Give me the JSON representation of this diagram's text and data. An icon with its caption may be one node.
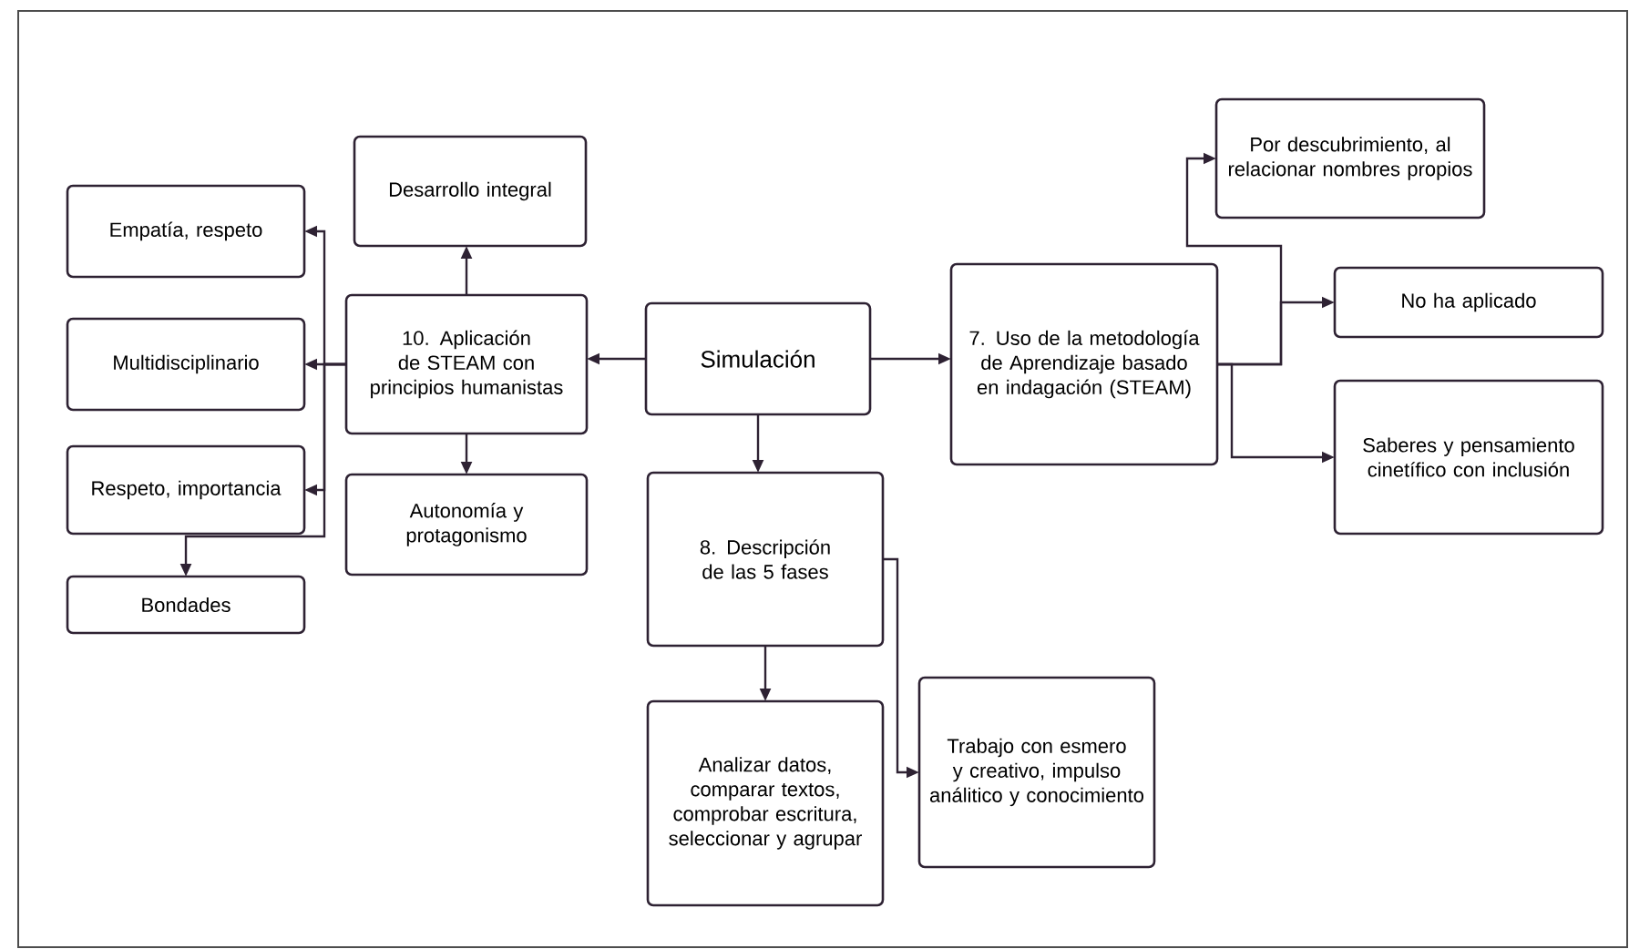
{
  "diagram": {
    "nodes": [
      {
        "text": [
          "Simulación"
        ]
      },
      {
        "text": [
          "10. Aplicación de STEAM con principios humanistas"
        ]
      },
      {
        "text": [
          "Desarrollo integral"
        ]
      },
      {
        "text": [
          "Autonomía y protagonismo"
        ]
      },
      {
        "text": [
          "Empatía, respeto"
        ]
      },
      {
        "text": [
          "Multidisciplinario"
        ]
      },
      {
        "text": [
          "Respeto, importancia"
        ]
      },
      {
        "text": [
          "Bondades"
        ]
      },
      {
        "text": [
          "7. Uso de la metodología de Aprendizaje basado en indagación (STEAM)"
        ]
      },
      {
        "text": [
          "Por descubrimiento, al relacionar nombres propios"
        ]
      },
      {
        "text": [
          "No ha aplicado"
        ]
      },
      {
        "text": [
          "Saberes y pensamiento cinetífico con inclusión"
        ]
      },
      {
        "text": [
          "8. Descripción de las 5 fases"
        ]
      },
      {
        "text": [
          "Analizar datos, comparar textos, comprobar escritura, seleccionar y agrupar"
        ]
      },
      {
        "text": [
          "Trabajo con esmero y creativo, impulso análitico y conocimiento"
        ]
      }
    ],
    "edges": [
      {
        "from": 0,
        "to": 1,
        "arrow": "to"
      },
      {
        "from": 0,
        "to": 8,
        "arrow": "to"
      },
      {
        "from": 0,
        "to": 12,
        "arrow": "to"
      },
      {
        "from": 1,
        "to": 2,
        "arrow": "to"
      },
      {
        "from": 1,
        "to": 3,
        "arrow": "to"
      },
      {
        "from": 1,
        "to": 4,
        "arrow": "to"
      },
      {
        "from": 1,
        "to": 5,
        "arrow": "to"
      },
      {
        "from": 1,
        "to": 6,
        "arrow": "to"
      },
      {
        "from": 1,
        "to": 7,
        "arrow": "to"
      },
      {
        "from": 8,
        "to": 9,
        "arrow": "to"
      },
      {
        "from": 8,
        "to": 10,
        "arrow": "to"
      },
      {
        "from": 8,
        "to": 11,
        "arrow": "to"
      },
      {
        "from": 12,
        "to": 13,
        "arrow": "to"
      },
      {
        "from": 12,
        "to": 14,
        "arrow": "to"
      }
    ]
  }
}
